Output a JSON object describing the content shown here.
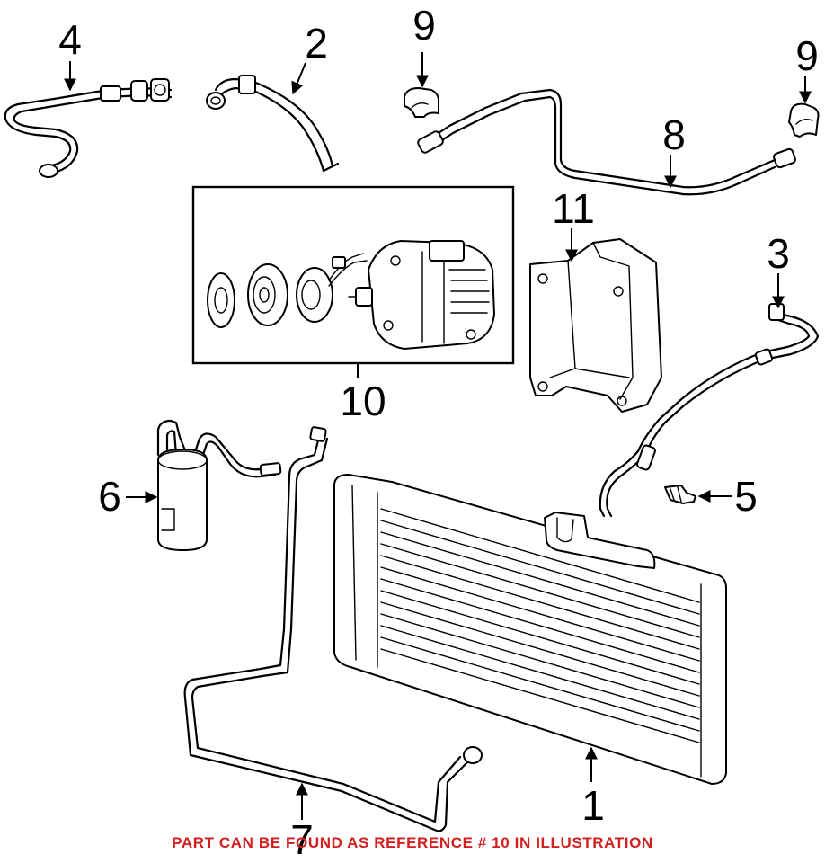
{
  "callouts": {
    "c1": "1",
    "c2": "2",
    "c3": "3",
    "c4": "4",
    "c5": "5",
    "c6": "6",
    "c7": "7",
    "c8": "8",
    "c9a": "9",
    "c9b": "9",
    "c10": "10",
    "c11": "11"
  },
  "note": {
    "text": "PART CAN BE FOUND AS REFERENCE # 10 IN ILLUSTRATION",
    "color": "#d21f1f"
  }
}
